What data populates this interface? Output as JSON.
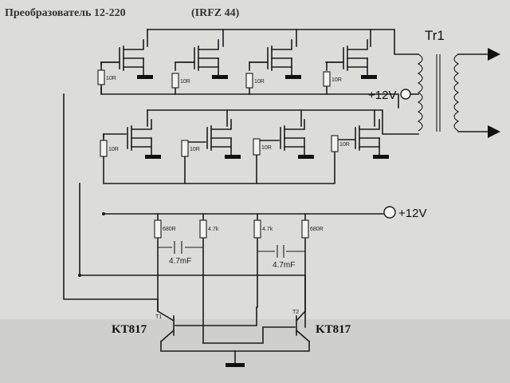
{
  "title": "Преобразователь 12-220",
  "subtitle": "(IRFZ 44)",
  "transformer": {
    "label": "Tr1"
  },
  "supply": {
    "transformer_tap": "+12V",
    "rail": "+12V"
  },
  "gate_resistors": {
    "top": [
      "10R",
      "10R",
      "10R",
      "10R"
    ],
    "bottom": [
      "10R",
      "10R",
      "10R",
      "10R"
    ]
  },
  "multivibrator": {
    "resistors": [
      "680R",
      "4.7k",
      "4.7k",
      "680R"
    ],
    "capacitors": [
      "4.7mF",
      "4.7mF"
    ],
    "transistors": [
      {
        "tag": "T1",
        "part": "KT817"
      },
      {
        "tag": "T2",
        "part": "KT817"
      }
    ]
  },
  "colors": {
    "paper": "#d9d9d6",
    "ink": "#1c1c1c"
  }
}
